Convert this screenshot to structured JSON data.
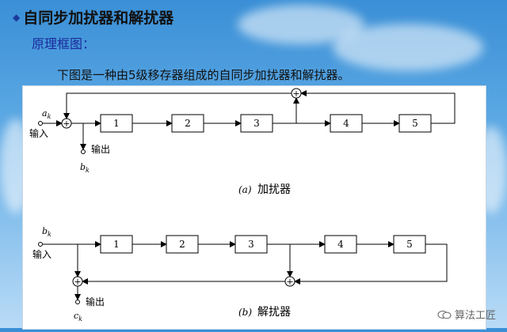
{
  "slide": {
    "title": "自同步加扰器和解扰器",
    "subtitle": "原理框图：",
    "description": "下图是一种由5级移存器组成的自同步加扰器和解扰器。"
  },
  "diagram_a": {
    "input_symbol": "a",
    "input_sub": "k",
    "input_label": "输入",
    "output_label": "输出",
    "output_symbol": "b",
    "output_sub": "k",
    "adder_symbol": "+",
    "registers": [
      "1",
      "2",
      "3",
      "4",
      "5"
    ],
    "caption_tag": "(a)",
    "caption_text": "加扰器"
  },
  "diagram_b": {
    "input_symbol": "b",
    "input_sub": "k",
    "input_label": "输入",
    "output_label": "输出",
    "output_symbol": "c",
    "output_sub": "k",
    "adder_symbol": "+",
    "registers": [
      "1",
      "2",
      "3",
      "4",
      "5"
    ],
    "caption_tag": "(b)",
    "caption_text": "解扰器"
  },
  "watermark": {
    "text": "算法工匠",
    "icon": "wechat-icon"
  }
}
